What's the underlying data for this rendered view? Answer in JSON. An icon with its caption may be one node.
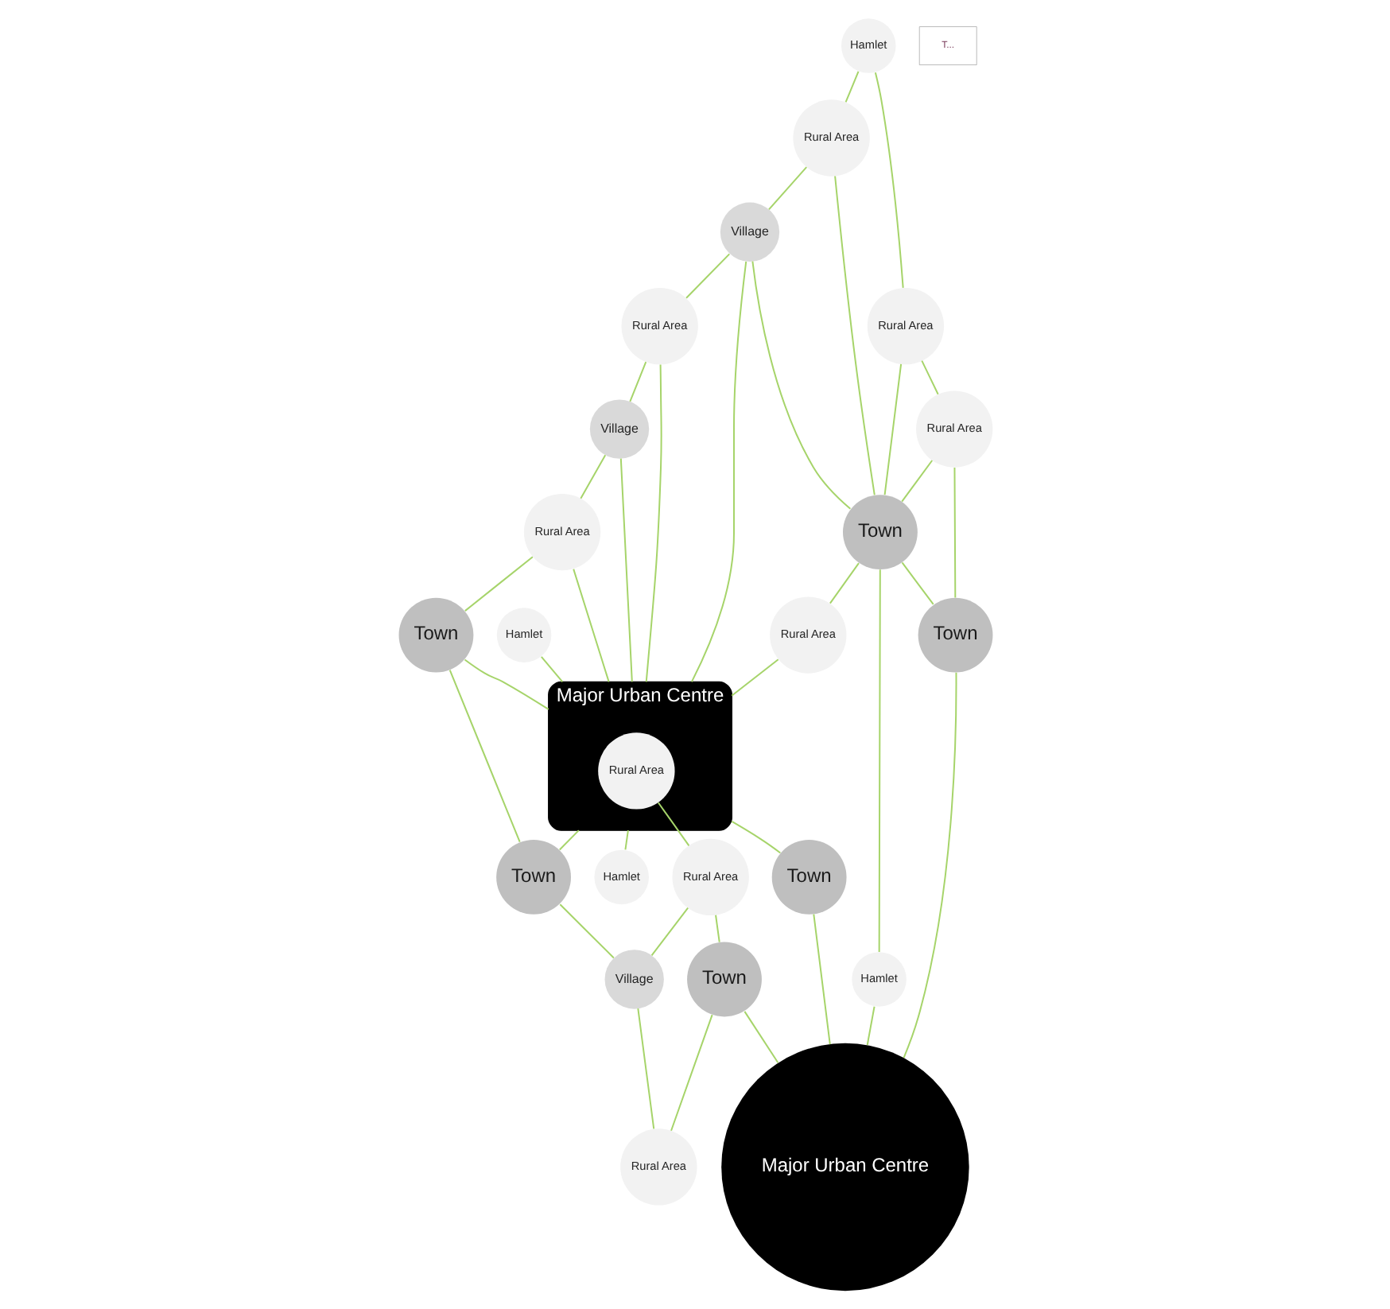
{
  "diagram": {
    "nodes": [
      {
        "text": [
          "Hamlet"
        ]
      },
      {
        "text": [
          "Rural Area"
        ]
      },
      {
        "text": [
          "Village"
        ]
      },
      {
        "text": [
          "Rural Area"
        ]
      },
      {
        "text": [
          "Village"
        ]
      },
      {
        "text": [
          "Hamlet"
        ]
      },
      {
        "text": [
          "Rural Area"
        ]
      },
      {
        "text": [
          "Rural Area"
        ]
      },
      {
        "text": [
          "Major Urban Centre"
        ]
      },
      {
        "text": [
          "Rural Area"
        ],
        "in": 8
      },
      {
        "text": [
          "Town"
        ]
      },
      {
        "text": [
          "Town"
        ]
      },
      {
        "text": [
          "Rural Area"
        ]
      },
      {
        "text": [
          "Rural Area"
        ]
      },
      {
        "text": [
          "Town"
        ]
      },
      {
        "text": [
          "Town"
        ]
      },
      {
        "text": [
          "Hamlet"
        ]
      },
      {
        "text": [
          "Town"
        ]
      },
      {
        "text": [
          "Rural Area"
        ]
      },
      {
        "text": [
          "Village"
        ]
      },
      {
        "text": [
          "Hamlet"
        ]
      },
      {
        "text": [
          "Town"
        ]
      },
      {
        "text": [
          "Major Urban Centre"
        ]
      },
      {
        "text": [
          "Rural Area"
        ]
      }
    ],
    "edges": [
      {
        "from": 0,
        "to": 1,
        "arrow": "none"
      },
      {
        "from": 0,
        "to": 7,
        "arrow": "none"
      },
      {
        "from": 1,
        "to": 2,
        "arrow": "none"
      },
      {
        "from": 1,
        "to": 10,
        "arrow": "none"
      },
      {
        "from": 2,
        "to": 3,
        "arrow": "none"
      },
      {
        "from": 2,
        "to": 8,
        "arrow": "none"
      },
      {
        "from": 2,
        "to": 10,
        "arrow": "none"
      },
      {
        "from": 3,
        "to": 4,
        "arrow": "none"
      },
      {
        "from": 3,
        "to": 8,
        "arrow": "none"
      },
      {
        "from": 4,
        "to": 6,
        "arrow": "none"
      },
      {
        "from": 4,
        "to": 8,
        "arrow": "none"
      },
      {
        "from": 5,
        "to": 8,
        "arrow": "none"
      },
      {
        "from": 6,
        "to": 8,
        "arrow": "none"
      },
      {
        "from": 6,
        "to": 11,
        "arrow": "none"
      },
      {
        "from": 11,
        "to": 8,
        "arrow": "none"
      },
      {
        "from": 11,
        "to": 14,
        "arrow": "none"
      },
      {
        "from": 7,
        "to": 10,
        "arrow": "none"
      },
      {
        "from": 7,
        "to": 12,
        "arrow": "none"
      },
      {
        "from": 12,
        "to": 10,
        "arrow": "none"
      },
      {
        "from": 10,
        "to": 13,
        "arrow": "none"
      },
      {
        "from": 10,
        "to": 15,
        "arrow": "none"
      },
      {
        "from": 10,
        "to": 16,
        "arrow": "none"
      },
      {
        "from": 13,
        "to": 8,
        "arrow": "none"
      },
      {
        "from": 8,
        "to": 14,
        "arrow": "none"
      },
      {
        "from": 12,
        "to": 15,
        "arrow": "none"
      },
      {
        "from": 14,
        "to": 19,
        "arrow": "none"
      },
      {
        "from": 15,
        "to": 22,
        "arrow": "none"
      },
      {
        "from": 16,
        "to": 22,
        "arrow": "none"
      },
      {
        "from": 8,
        "to": 17,
        "arrow": "none"
      },
      {
        "from": 8,
        "to": 20,
        "arrow": "none"
      },
      {
        "from": 9,
        "to": 18,
        "arrow": "none"
      },
      {
        "from": 17,
        "to": 22,
        "arrow": "none"
      },
      {
        "from": 18,
        "to": 19,
        "arrow": "none"
      },
      {
        "from": 18,
        "to": 21,
        "arrow": "none"
      },
      {
        "from": 19,
        "to": 23,
        "arrow": "none"
      },
      {
        "from": 21,
        "to": 22,
        "arrow": "none"
      },
      {
        "from": 21,
        "to": 23,
        "arrow": "none"
      }
    ],
    "labels": [
      "T..."
    ]
  }
}
